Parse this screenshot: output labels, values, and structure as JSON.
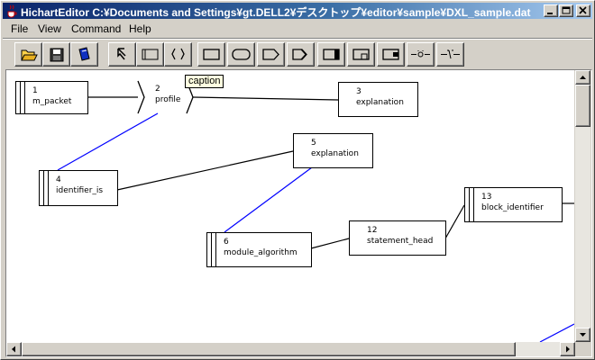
{
  "window": {
    "title": "HichartEditor C:¥Documents and Settings¥gt.DELL2¥デスクトップ¥editor¥sample¥DXL_sample.dat"
  },
  "menu": [
    "File",
    "View",
    "Command",
    "Help"
  ],
  "toolbar": {
    "tools": [
      "open-folder-icon",
      "save-icon",
      "book-icon",
      "arrow-pointer-icon",
      "process-box-icon",
      "brace-icon",
      "rectangle-icon",
      "rounded-rect-icon",
      "pentagon-icon",
      "double-pentagon-icon",
      "right-bar-box-icon",
      "corner-box-icon",
      "tab-box-icon",
      "dotted-connector-icon",
      "split-connector-icon"
    ]
  },
  "tooltip": "caption",
  "nodes": [
    {
      "id": "1",
      "label": "m_packet"
    },
    {
      "id": "2",
      "label": "profile"
    },
    {
      "id": "3",
      "label": "explanation"
    },
    {
      "id": "4",
      "label": "identifier_is"
    },
    {
      "id": "5",
      "label": "explanation"
    },
    {
      "id": "6",
      "label": "module_algorithm"
    },
    {
      "id": "12",
      "label": "statement_head"
    },
    {
      "id": "13",
      "label": "block_identifier"
    }
  ],
  "colors": {
    "title_start": "#0a246a",
    "title_end": "#a6caf0",
    "link_blue": "#0000ff",
    "face": "#d4d0c8"
  }
}
